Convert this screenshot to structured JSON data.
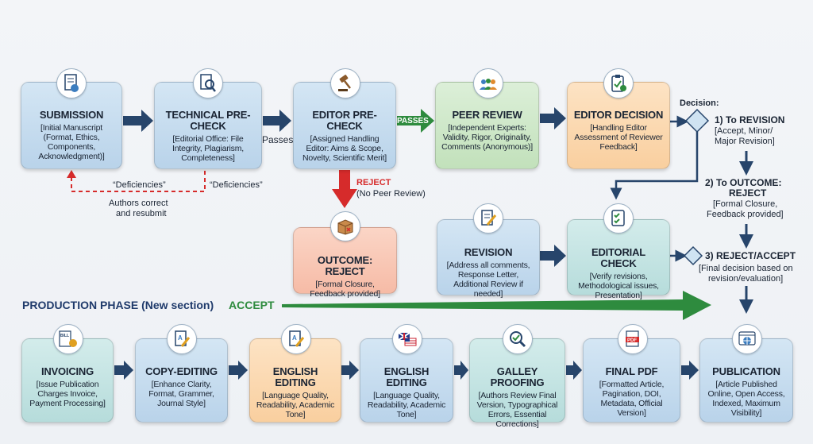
{
  "steps": {
    "submission": {
      "title": "SUBMISSION",
      "desc": "[Initial Manuscript (Format, Ethics, Components, Acknowledgment)]"
    },
    "technical": {
      "title": "TECHNICAL PRE-CHECK",
      "desc": "[Editorial Office: File Integrity, Plagiarism, Completeness]"
    },
    "editor_pre": {
      "title": "EDITOR PRE-CHECK",
      "desc": "[Assigned Handling Editor: Aims & Scope, Novelty, Scientific Merit]"
    },
    "peer": {
      "title": "PEER REVIEW",
      "desc": "[Independent Experts: Validity, Rigor, Originality, Comments (Anonymous)]"
    },
    "editor_decision": {
      "title": "EDITOR DECISION",
      "desc": "[Handling Editor Assessment of Reviewer Feedback]"
    },
    "outcome": {
      "title": "OUTCOME: REJECT",
      "desc": "[Formal Closure, Feedback provided]"
    },
    "revision": {
      "title": "REVISION",
      "desc": "[Address all comments, Response Letter, Additional Review if needed]"
    },
    "editorial_check": {
      "title": "EDITORIAL CHECK",
      "desc": "[Verify revisions, Methodological issues, Presentation]"
    },
    "invoicing": {
      "title": "INVOICING",
      "desc": "[Issue Publication Charges Invoice, Payment Processing]"
    },
    "copy": {
      "title": "COPY-EDITING",
      "desc": "[Enhance Clarity, Format, Grammer, Journal Style]"
    },
    "english1": {
      "title": "ENGLISH EDITING",
      "desc": "[Language Quality, Readability, Academic Tone]"
    },
    "english2": {
      "title": "ENGLISH EDITING",
      "desc": "[Language Quality, Readability, Academic Tone]"
    },
    "galley": {
      "title": "GALLEY PROOFING",
      "desc": "[Authors Review Final Version, Typographical Errors, Essential Corrections]"
    },
    "finalpdf": {
      "title": "FINAL PDF",
      "desc": "[Formatted Article, Pagination, DOI, Metadata, Official Version]"
    },
    "publication": {
      "title": "PUBLICATION",
      "desc": "[Article Published Online, Open Access, Indexed, Maximum Visibility]"
    }
  },
  "labels": {
    "passes1": "Passes",
    "passes2": "PASSES",
    "deficiencies1": "“Deficiencies”",
    "deficiencies2": "“Deficiencies”",
    "authors_correct": "Authors correct",
    "and_resubmit": "and resubmit",
    "reject": "REJECT",
    "no_peer": "(No Peer Review)",
    "decision": "Decision:",
    "d1_title": "1) To REVISION",
    "d1_l1": "[Accept, Minor/",
    "d1_l2": "Major Revision]",
    "d2_title1": "2) To OUTCOME:",
    "d2_title2": "REJECT",
    "d2_l1": "[Formal Closure,",
    "d2_l2": "Feedback provided]",
    "d3_title": "3) REJECT/ACCEPT",
    "d3_l1": "[Final decision based on",
    "d3_l2": "revision/evaluation]",
    "production": "PRODUCTION PHASE (New section)",
    "accept": "ACCEPT"
  },
  "icons": {
    "invoice_text": "BILL",
    "pdf_text": "PDF",
    "doc_text": "A"
  },
  "colors": {
    "arrow": "#27456b",
    "accept_green": "#2e8b3e",
    "reject_red": "#d62b2b",
    "production_blue": "#1f3a6b"
  }
}
